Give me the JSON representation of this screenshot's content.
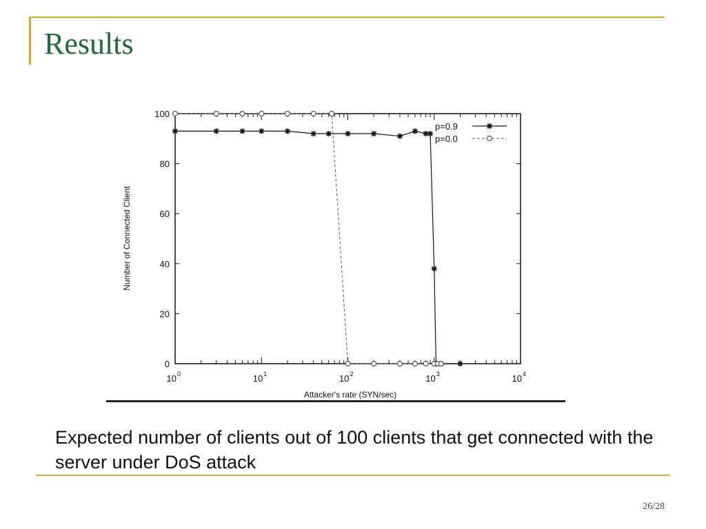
{
  "slide": {
    "title": "Results",
    "caption": "Expected number of clients out of 100 clients that get connected with the server under DoS attack",
    "page_number": "26/28"
  },
  "chart_data": {
    "type": "line",
    "title": "",
    "xlabel": "Attacker's rate (SYN/sec)",
    "ylabel": "Number of Connected Client",
    "x_scale": "log",
    "xlim": [
      1,
      10000
    ],
    "ylim": [
      0,
      100
    ],
    "x_ticks": [
      {
        "base": "10",
        "exp": "0"
      },
      {
        "base": "10",
        "exp": "1"
      },
      {
        "base": "10",
        "exp": "2"
      },
      {
        "base": "10",
        "exp": "3"
      },
      {
        "base": "10",
        "exp": "4"
      }
    ],
    "y_ticks": [
      "0",
      "20",
      "40",
      "60",
      "80",
      "100"
    ],
    "grid": false,
    "legend_position": "top-right",
    "series": [
      {
        "name": "p=0.9",
        "line_style": "solid",
        "marker": "star",
        "color": "#111111",
        "x": [
          1,
          3,
          6,
          10,
          20,
          40,
          60,
          100,
          200,
          400,
          600,
          800,
          900,
          1000,
          1050,
          1100,
          1200,
          2000
        ],
        "y": [
          93,
          93,
          93,
          93,
          93,
          92,
          92,
          92,
          92,
          91,
          93,
          92,
          92,
          38,
          0,
          0,
          0,
          0
        ]
      },
      {
        "name": "p=0.0",
        "line_style": "dashed",
        "marker": "circle",
        "color": "#555555",
        "x": [
          1,
          3,
          6,
          10,
          20,
          40,
          65,
          100,
          200,
          400,
          600,
          800,
          1000,
          1100,
          1200
        ],
        "y": [
          100,
          100,
          100,
          100,
          100,
          100,
          100,
          0,
          0,
          0,
          0,
          0,
          0,
          0,
          0
        ]
      }
    ]
  }
}
